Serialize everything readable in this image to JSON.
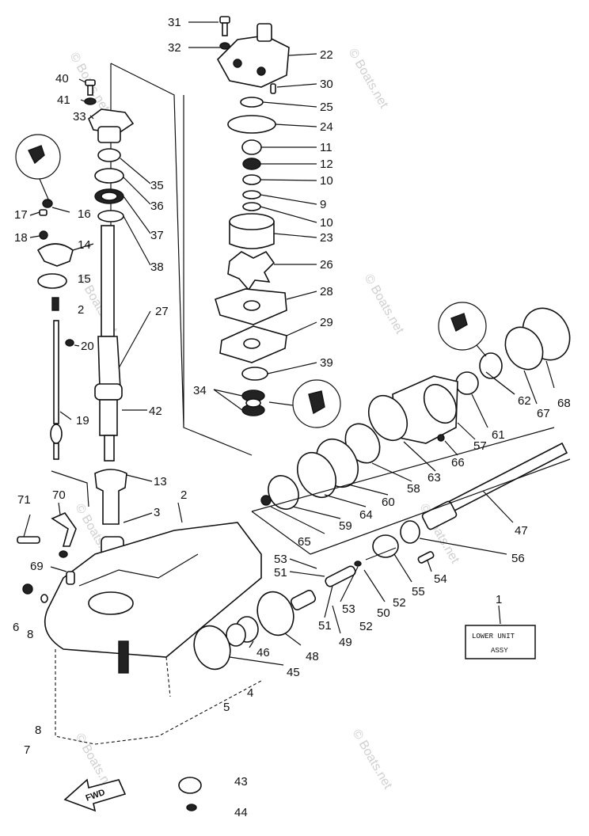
{
  "diagram": {
    "callouts": [
      "31",
      "32",
      "22",
      "30",
      "25",
      "24",
      "11",
      "12",
      "10",
      "9",
      "10",
      "23",
      "26",
      "28",
      "29",
      "39",
      "34",
      "40",
      "41",
      "33",
      "35",
      "36",
      "37",
      "38",
      "16",
      "17",
      "18",
      "14",
      "15",
      "2",
      "27",
      "20",
      "19",
      "42",
      "13",
      "3",
      "2",
      "71",
      "70",
      "69",
      "6",
      "8",
      "68",
      "67",
      "62",
      "61",
      "57",
      "66",
      "63",
      "58",
      "60",
      "64",
      "59",
      "65",
      "47",
      "56",
      "54",
      "55",
      "53",
      "51",
      "53",
      "50",
      "52",
      "52",
      "51",
      "49",
      "48",
      "46",
      "45",
      "4",
      "5",
      "8",
      "7",
      "43",
      "44",
      "1"
    ],
    "title_box": {
      "line1": "LOWER UNIT",
      "line2": "ASSY"
    },
    "fwd_label": "FWD",
    "watermark": "© Boats.net"
  }
}
